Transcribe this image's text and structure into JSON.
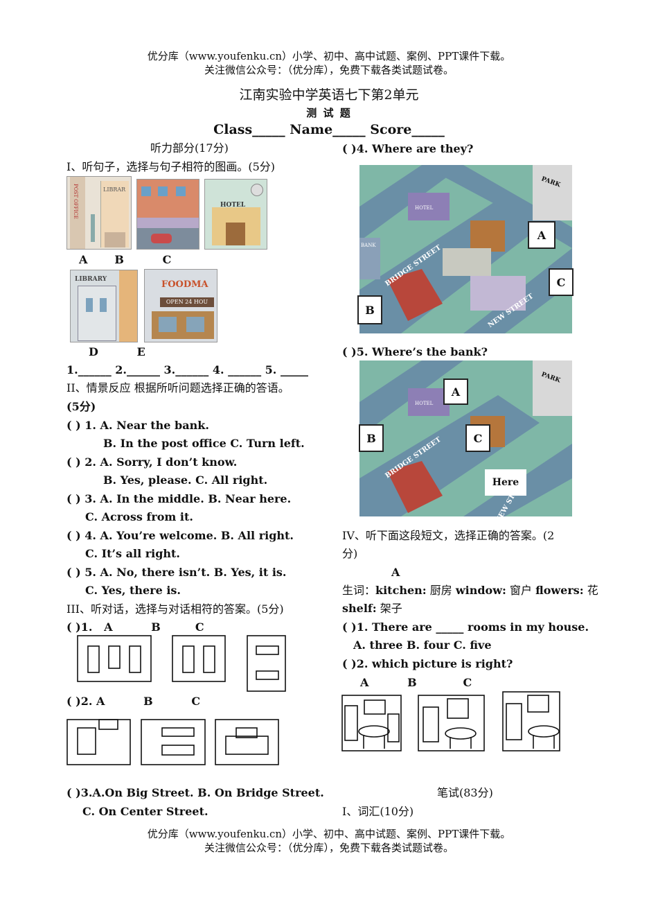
{
  "header": {
    "line1": "优分库（www.youfenku.cn）小学、初中、高中试题、案例、PPT课件下载。",
    "line2": "关注微信公众号：（优分库），免费下载各类试题试卷。"
  },
  "footer": {
    "line1": "优分库（www.youfenku.cn）小学、初中、高中试题、案例、PPT课件下载。",
    "line2": "关注微信公众号：（优分库），免费下载各类试题试卷。"
  },
  "title": {
    "main": "江南实验中学英语七下第2单元",
    "sub": "测 试 题",
    "fields": "Class_____ Name_____ Score_____"
  },
  "listening": {
    "heading": "听力部分(17分)",
    "s1": {
      "heading": "I、听句子，选择与句子相符的图画。(5分)",
      "labels_row1": "A       B          C",
      "labels_row2": "D          E",
      "pic_texts": {
        "post_office": "POST OFFICE",
        "library1": "LIBRAR",
        "hotel": "HOTEL",
        "library2": "LIBRARY",
        "foodmart": "FOODMA",
        "open24": "OPEN 24 HOU"
      },
      "blanks": "1.______ 2.______ 3.______ 4. ______ 5. _____"
    },
    "s2": {
      "heading": "II、情景反应 根据所听问题选择正确的答语。",
      "score": "(5分)",
      "q1a": "( ) 1. A. Near the bank.",
      "q1b": "B. In the post office   C. Turn left.",
      "q2a": "( ) 2. A. Sorry, I don’t know.",
      "q2b": "B. Yes, please.   C. All right.",
      "q3a": "( ) 3. A. In the middle.    B. Near here.",
      "q3b": "C. Across from it.",
      "q4a": "( ) 4. A. You’re welcome.   B. All right.",
      "q4b": "C. It’s all right.",
      "q5a": "( ) 5. A. No, there isn’t.    B. Yes, it is.",
      "q5b": "C. Yes, there is."
    },
    "s3": {
      "heading": "III、听对话，选择与对话相符的答案。(5分)",
      "q1": "( )1.   A          B         C",
      "q2": "( )2. A          B          C",
      "q3a": "( )3.A.On Big Street. B. On Bridge Street.",
      "q3b": "C. On Center Street."
    },
    "q4": "(  )4. Where are they?",
    "q5": "(  )5. Where’s the bank?",
    "map_texts": {
      "park": "PARK",
      "hotel": "HOTEL",
      "bank": "BANK",
      "bridge": "BRIDGE STREET",
      "new": "NEW STREET"
    },
    "map1_labels": {
      "a": "A",
      "b": "B",
      "c": "C"
    },
    "map2_labels": {
      "a": "A",
      "b": "B",
      "c": "C",
      "here": "Here"
    },
    "s4": {
      "heading": "IV、听下面这段短文，选择正确的答案。(2",
      "heading2": "分)",
      "passage": "A",
      "vocab_pre": "生词：",
      "vocab1": "kitchen:",
      "vocab1_cn": " 厨房 ",
      "vocab2": "window:",
      "vocab2_cn": " 窗户 ",
      "vocab3": "flowers:",
      "vocab3_cn": " 花",
      "vocab4": "shelf:",
      "vocab4_cn": " 架子",
      "q1": "( )1. There are _____ rooms in my house.",
      "q1opts": "A. three    B. four    C. five",
      "q2": "( )2. which picture is right?",
      "q2labels": "A          B            C"
    }
  },
  "writing": {
    "heading": "笔试(83分)",
    "s1": "I、词汇(10分)"
  }
}
